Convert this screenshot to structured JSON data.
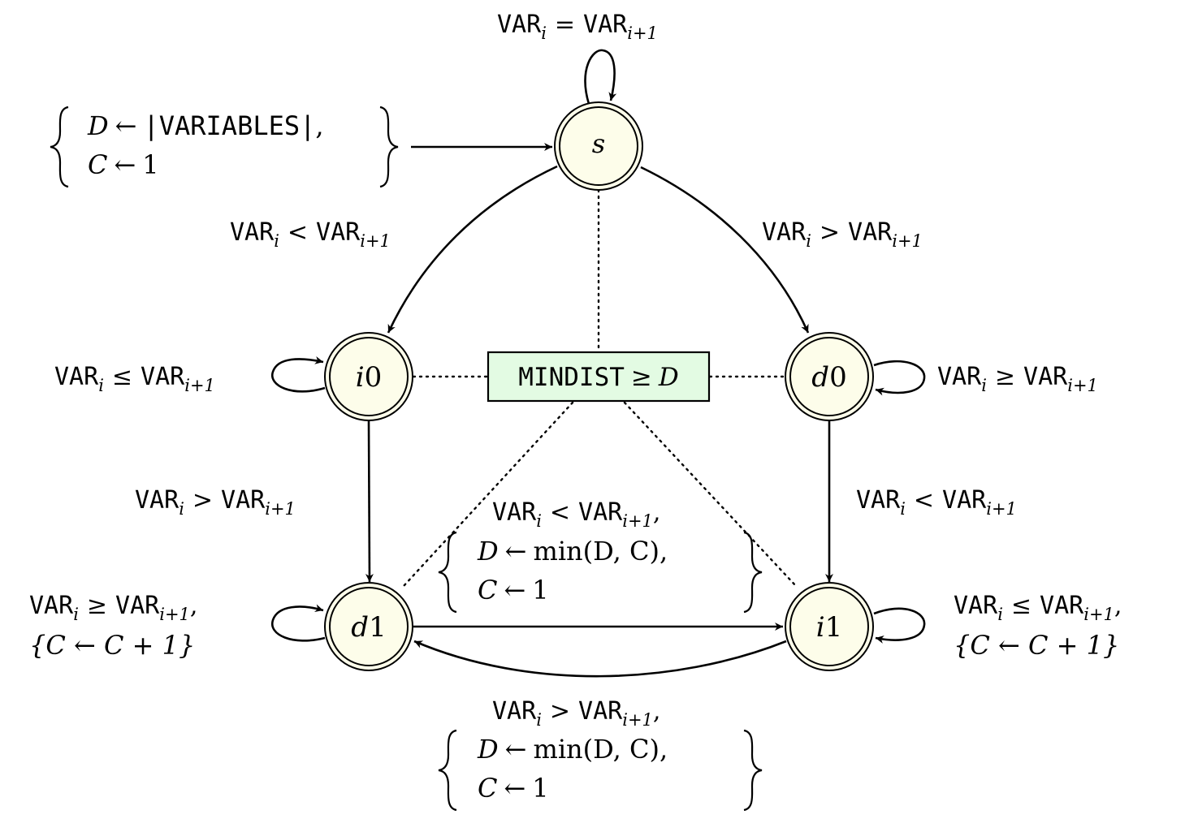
{
  "colors": {
    "state_fill": "#fdfdea",
    "condition_fill": "#e3fbe3",
    "stroke": "#000000"
  },
  "states": [
    {
      "id": "s",
      "name": "s",
      "sub": ""
    },
    {
      "id": "i0",
      "name": "i",
      "sub": "0"
    },
    {
      "id": "d0",
      "name": "d",
      "sub": "0"
    },
    {
      "id": "d1",
      "name": "d",
      "sub": "1"
    },
    {
      "id": "i1",
      "name": "i",
      "sub": "1"
    }
  ],
  "center_condition": {
    "mono": "MINDIST",
    "rel": "≥",
    "var": "D"
  },
  "init_label": {
    "line1": {
      "var": "D",
      "arrow": "←",
      "mono": "|VARIABLES|",
      "tail": ","
    },
    "line2": {
      "var": "C",
      "arrow": "←",
      "num": "1"
    }
  },
  "edge_labels": {
    "s_loop": {
      "a": "VAR",
      "ai": "i",
      "rel": "=",
      "b": "VAR",
      "bi": "i+1",
      "tail": ""
    },
    "s_i0": {
      "a": "VAR",
      "ai": "i",
      "rel": "<",
      "b": "VAR",
      "bi": "i+1",
      "tail": ""
    },
    "s_d0": {
      "a": "VAR",
      "ai": "i",
      "rel": ">",
      "b": "VAR",
      "bi": "i+1",
      "tail": ""
    },
    "i0_loop": {
      "a": "VAR",
      "ai": "i",
      "rel": "≤",
      "b": "VAR",
      "bi": "i+1",
      "tail": ""
    },
    "d0_loop": {
      "a": "VAR",
      "ai": "i",
      "rel": "≥",
      "b": "VAR",
      "bi": "i+1",
      "tail": ""
    },
    "i0_d1": {
      "a": "VAR",
      "ai": "i",
      "rel": ">",
      "b": "VAR",
      "bi": "i+1",
      "tail": ""
    },
    "d0_i1": {
      "a": "VAR",
      "ai": "i",
      "rel": "<",
      "b": "VAR",
      "bi": "i+1",
      "tail": ""
    },
    "d1_loop": {
      "a": "VAR",
      "ai": "i",
      "rel": "≥",
      "b": "VAR",
      "bi": "i+1",
      "tail": ",",
      "action": "{C ← C + 1}"
    },
    "i1_loop": {
      "a": "VAR",
      "ai": "i",
      "rel": "≤",
      "b": "VAR",
      "bi": "i+1",
      "tail": ",",
      "action": "{C ← C + 1}"
    },
    "d1_i1": {
      "a": "VAR",
      "ai": "i",
      "rel": "<",
      "b": "VAR",
      "bi": "i+1",
      "tail": ",",
      "line1": {
        "var": "D",
        "arrow": "←",
        "expr": "min(D, C),"
      },
      "line2": {
        "var": "C",
        "arrow": "←",
        "num": "1"
      }
    },
    "i1_d1": {
      "a": "VAR",
      "ai": "i",
      "rel": ">",
      "b": "VAR",
      "bi": "i+1",
      "tail": ",",
      "line1": {
        "var": "D",
        "arrow": "←",
        "expr": "min(D, C),"
      },
      "line2": {
        "var": "C",
        "arrow": "←",
        "num": "1"
      }
    }
  }
}
